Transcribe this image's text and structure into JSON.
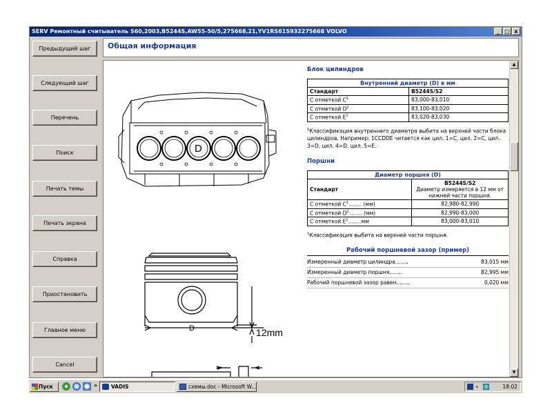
{
  "window": {
    "title": "SERV Ремонтный считыватель S60,2003,B5244S,AW55-50/5,275668,21,YV1RS61S932275668 VOLVO",
    "controls": {
      "minimize": "_",
      "restore": "□",
      "close": "x"
    }
  },
  "sidebar": {
    "buttons": [
      "Предыдущий шаг",
      "Следующий шаг",
      "Перечень",
      "Поиск",
      "Печать темы",
      "Печать экрана",
      "Справка",
      "Приостановить",
      "Главное меню",
      "Cancel"
    ]
  },
  "header": {
    "title": "Общая информация"
  },
  "figures": {
    "block_label": "D",
    "piston_label": "D",
    "piston_dim": "12mm"
  },
  "cylinder_block": {
    "section_title": "Блок цилиндров",
    "table_caption": "Внутренний диаметр (D) в мм",
    "col_standard": "Стандарт",
    "col_engine": "B5244S/S2",
    "rows": [
      {
        "label": "С отметкой C",
        "sup": "1",
        "value": "83,000-83,010"
      },
      {
        "label": "С отметкой D",
        "sup": "1",
        "value": "83,100-83,020"
      },
      {
        "label": "С отметкой E",
        "sup": "1",
        "value": "83,020-83,030"
      }
    ],
    "note_sup": "1",
    "note": "Классификация внутреннего диаметра выбита на верхней части блока цилиндров. Например: 1CCDDE читается как цил. 1=C, цил. 2=C, цил. 3=D, цил. 4=D, цил. 5=E."
  },
  "pistons": {
    "section_title": "Поршни",
    "table_caption": "Диаметр поршня (D)",
    "col_standard": "Стандарт",
    "col_engine": "B5244S/S2",
    "col_engine_note": "Диаметр измеряется в 12 мм от нижней части поршня.",
    "rows": [
      {
        "label": "С отметкой C",
        "sup": "1",
        "suffix": "........ (мм)",
        "value": "82,980-82,990"
      },
      {
        "label": "С отметкой D",
        "sup": "1",
        "suffix": "........ (мм)",
        "value": "82,990-83,000"
      },
      {
        "label": "С отметкой E",
        "sup": "1",
        "suffix": "........мм",
        "value": "83,000-83,010"
      }
    ],
    "note_sup": "1",
    "note": "Классификация выбита на верхней части поршня."
  },
  "clearance": {
    "title": "Рабочий поршневой зазор (пример)",
    "rows": [
      {
        "label": "Измеренный диаметр цилиндра........",
        "value": "83,015 мм"
      },
      {
        "label": "Измеренный диаметр поршня........",
        "value": "82,995 мм"
      },
      {
        "label": "Рабочий поршневой зазор равен........",
        "value": "0,020 мм"
      }
    ]
  },
  "taskbar": {
    "start_label": "Пуск",
    "more": "»",
    "tasks": [
      {
        "label": "VADIS",
        "active": true
      },
      {
        "label": "схемы.doc - Microsoft W...",
        "active": false
      }
    ],
    "tray_lang": "«",
    "clock": "18:02"
  }
}
